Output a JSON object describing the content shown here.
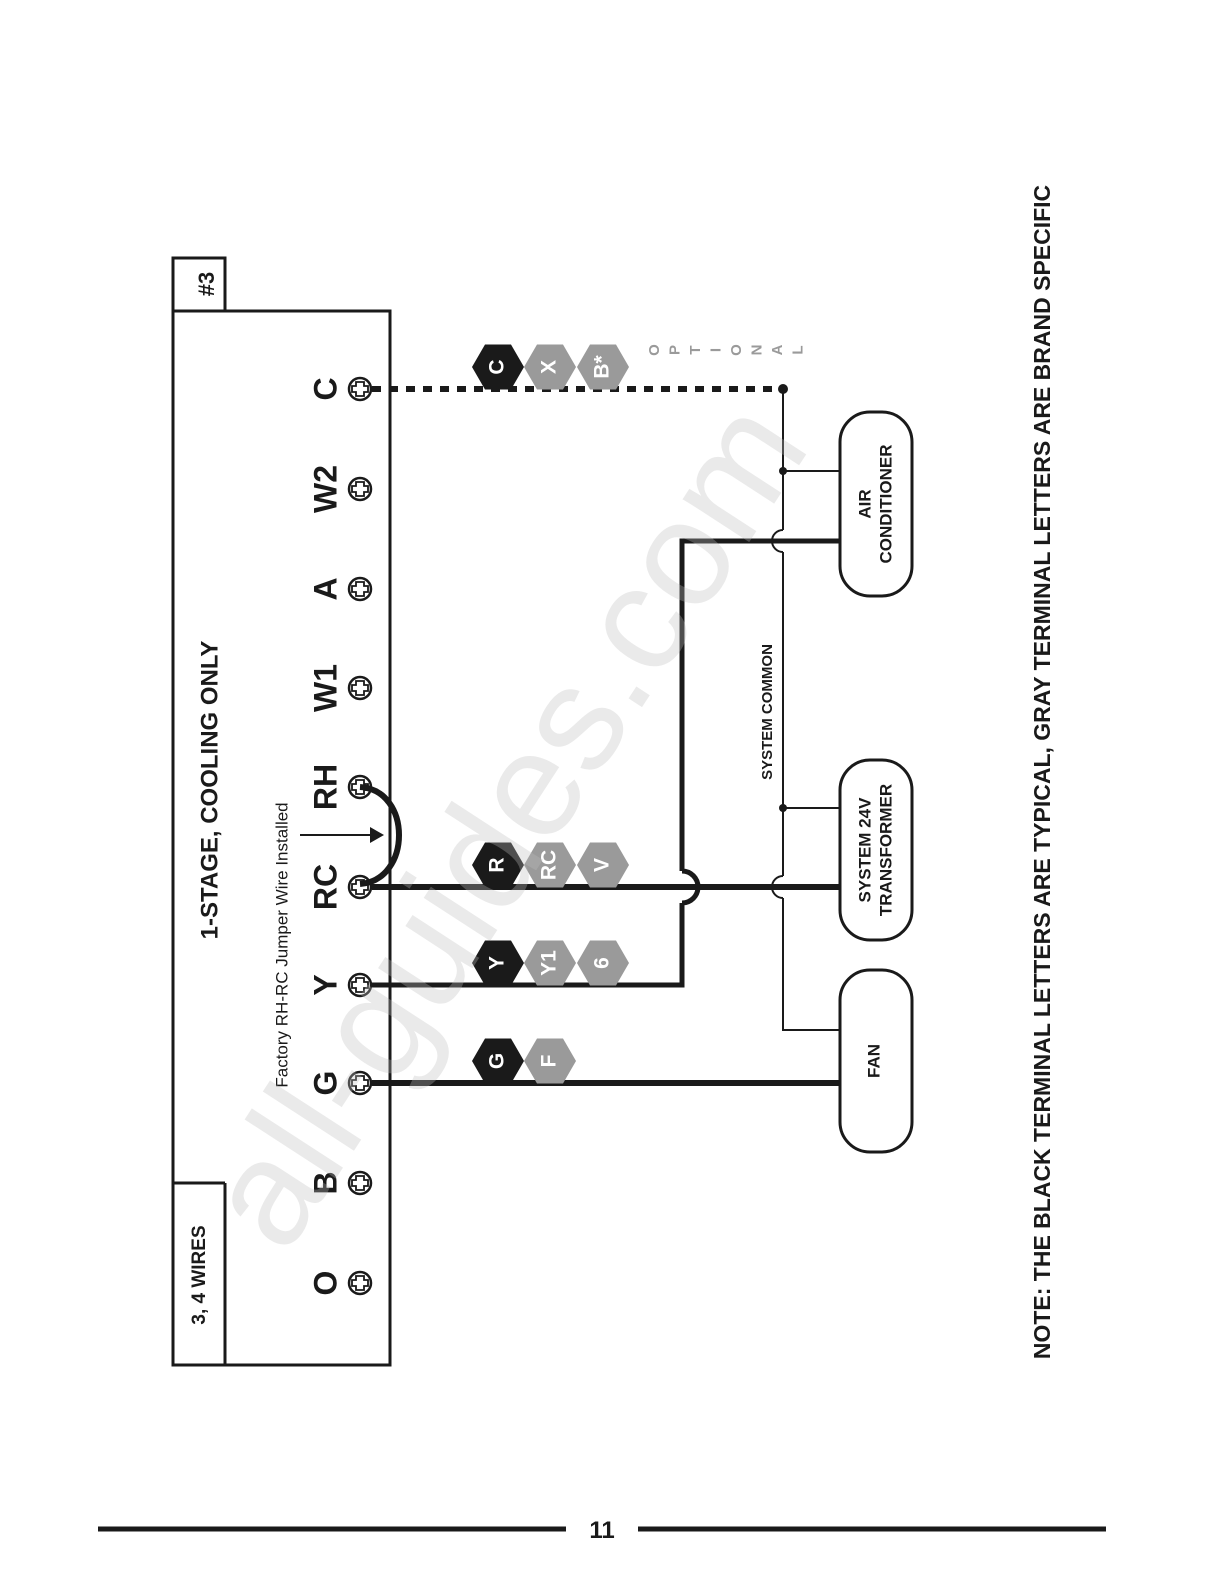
{
  "config_number": "#3",
  "wires_label": "3, 4 WIRES",
  "title": "1-STAGE, COOLING ONLY",
  "jumper_note": "Factory RH-RC Jumper Wire Installed",
  "terminals": [
    "O",
    "B",
    "G",
    "Y",
    "RC",
    "RH",
    "W1",
    "A",
    "W2",
    "C"
  ],
  "wire_labels": {
    "c": [
      {
        "text": "C",
        "tone": "black"
      },
      {
        "text": "X",
        "tone": "gray"
      },
      {
        "text": "B*",
        "tone": "gray"
      }
    ],
    "r": [
      {
        "text": "R",
        "tone": "black"
      },
      {
        "text": "RC",
        "tone": "gray"
      },
      {
        "text": "V",
        "tone": "gray"
      }
    ],
    "y": [
      {
        "text": "Y",
        "tone": "black"
      },
      {
        "text": "Y1",
        "tone": "gray"
      },
      {
        "text": "6",
        "tone": "gray"
      }
    ],
    "g": [
      {
        "text": "G",
        "tone": "black"
      },
      {
        "text": "F",
        "tone": "gray"
      }
    ]
  },
  "optional_label": "OPTIONAL",
  "system_common_label": "SYSTEM COMMON",
  "equipment": {
    "air_conditioner": [
      "AIR",
      "CONDITIONER"
    ],
    "transformer": [
      "SYSTEM 24V",
      "TRANSFORMER"
    ],
    "fan": "FAN"
  },
  "note": "NOTE: THE BLACK TERMINAL LETTERS ARE TYPICAL, GRAY TERMINAL LETTERS ARE BRAND SPECIFIC",
  "watermark": "all-guides.com",
  "page_number": "11",
  "colors": {
    "black": "#1a1a1a",
    "gray": "#9a9a9a",
    "white": "#ffffff"
  }
}
